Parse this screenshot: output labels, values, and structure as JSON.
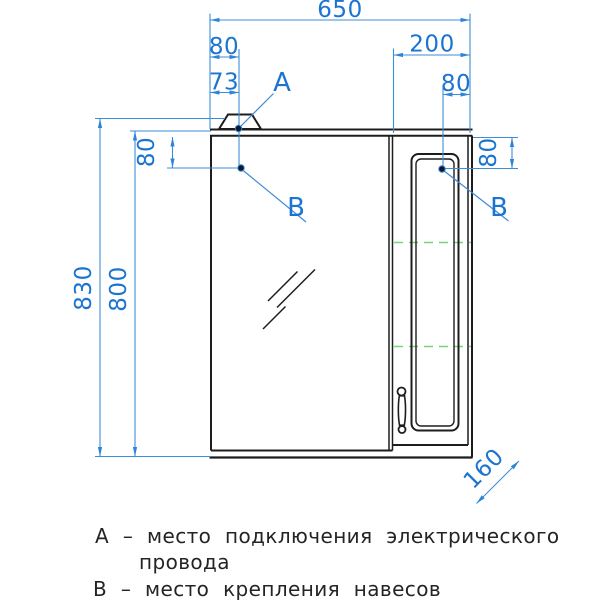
{
  "drawing": {
    "title": "mirror-cabinet-technical-drawing",
    "dims": {
      "total_width": "650",
      "light_offset": "80",
      "wire_offset": "73",
      "door_width": "200",
      "hinge_right_inset": "80",
      "total_height": "830",
      "body_height": "800",
      "hinge_left_drop": "80",
      "hinge_right_drop": "80",
      "depth": "160"
    },
    "callouts": {
      "a": "А",
      "b_left": "В",
      "b_right": "В"
    },
    "legend": {
      "line1": "А – место подключения электрического",
      "line2": "провода",
      "line3": "В – место крепления навесов"
    },
    "colors": {
      "dimension_blue": "#1b74d0",
      "shelf_green": "#79d279",
      "outline_black": "#1d1d1d"
    }
  }
}
